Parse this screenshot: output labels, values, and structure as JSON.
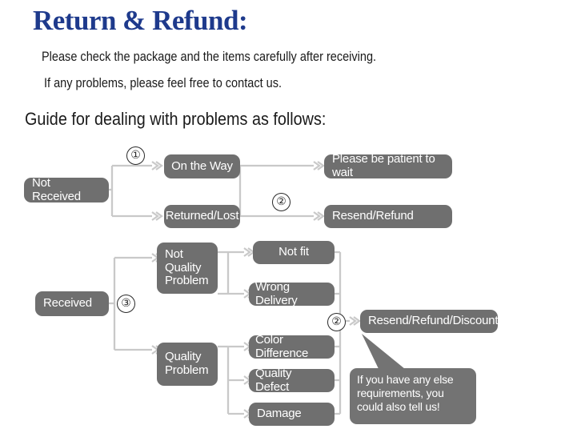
{
  "header": {
    "title": "Return & Refund:",
    "line1": "Please check the package and the items carefully after receiving.",
    "line2": "If any problems, please feel free to contact us.",
    "guide": "Guide for dealing with problems as follows:"
  },
  "colors": {
    "title": "#1e3a8c",
    "node_fill": "#6f6f6f",
    "node_text": "#ffffff",
    "connector": "#c4c4c4",
    "background": "#ffffff",
    "body_text": "#1a1a1a"
  },
  "flow": {
    "nodes": {
      "not_received": "Not Received",
      "on_the_way": "On the Way",
      "returned_lost": "Returned/Lost",
      "please_wait": "Please be patient to wait",
      "resend_refund": "Resend/Refund",
      "received": "Received",
      "not_quality_problem": "Not\nQuality\nProblem",
      "quality_problem": "Quality\nProblem",
      "not_fit": "Not fit",
      "wrong_delivery": "Wrong Delivery",
      "color_difference": "Color Difference",
      "quality_defect": "Quality Defect",
      "damage": "Damage",
      "resend_refund_discount": "Resend/Refund/Discount"
    },
    "markers": {
      "one": "①",
      "two_top": "②",
      "three": "③",
      "two_bottom": "②"
    },
    "callout": "If you have any else requirements, you could also tell us!"
  }
}
